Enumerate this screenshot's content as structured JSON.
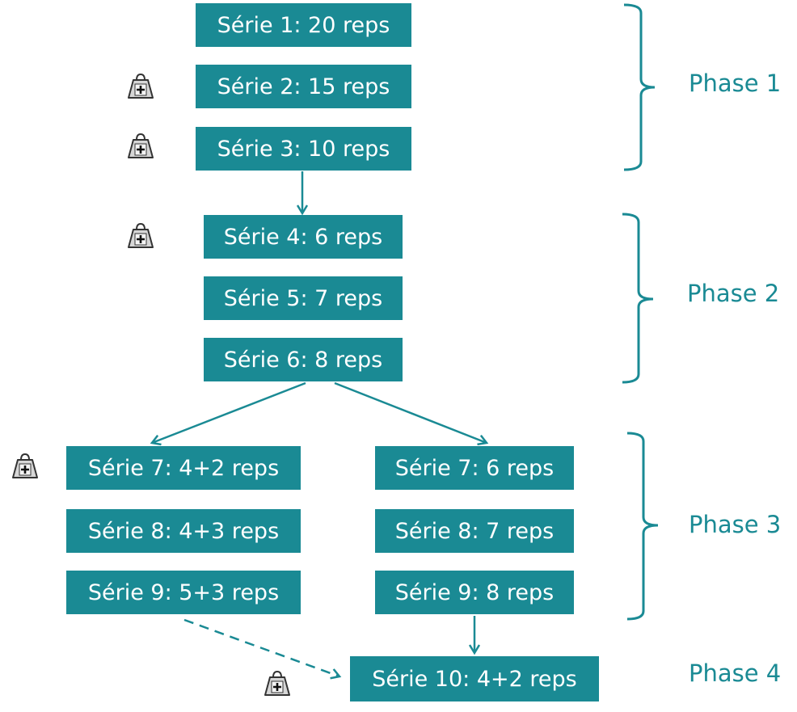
{
  "colors": {
    "accent": "#1a8a94",
    "box_text": "#ffffff",
    "weight_fill": "#d6d6d6",
    "weight_stroke": "#333333"
  },
  "boxes": {
    "s1": "Série 1: 20 reps",
    "s2": "Série 2: 15 reps",
    "s3": "Série 3: 10 reps",
    "s4": "Série 4: 6 reps",
    "s5": "Série 5: 7 reps",
    "s6": "Série 6: 8 reps",
    "s7a": "Série 7: 4+2 reps",
    "s8a": "Série 8: 4+3 reps",
    "s9a": "Série 9: 5+3 reps",
    "s7b": "Série 7: 6 reps",
    "s8b": "Série 8: 7 reps",
    "s9b": "Série 9: 8 reps",
    "s10": "Série 10: 4+2 reps"
  },
  "phases": {
    "p1": "Phase 1",
    "p2": "Phase 2",
    "p3": "Phase 3",
    "p4": "Phase 4"
  },
  "icons": {
    "weight": "weight-plus-icon"
  }
}
